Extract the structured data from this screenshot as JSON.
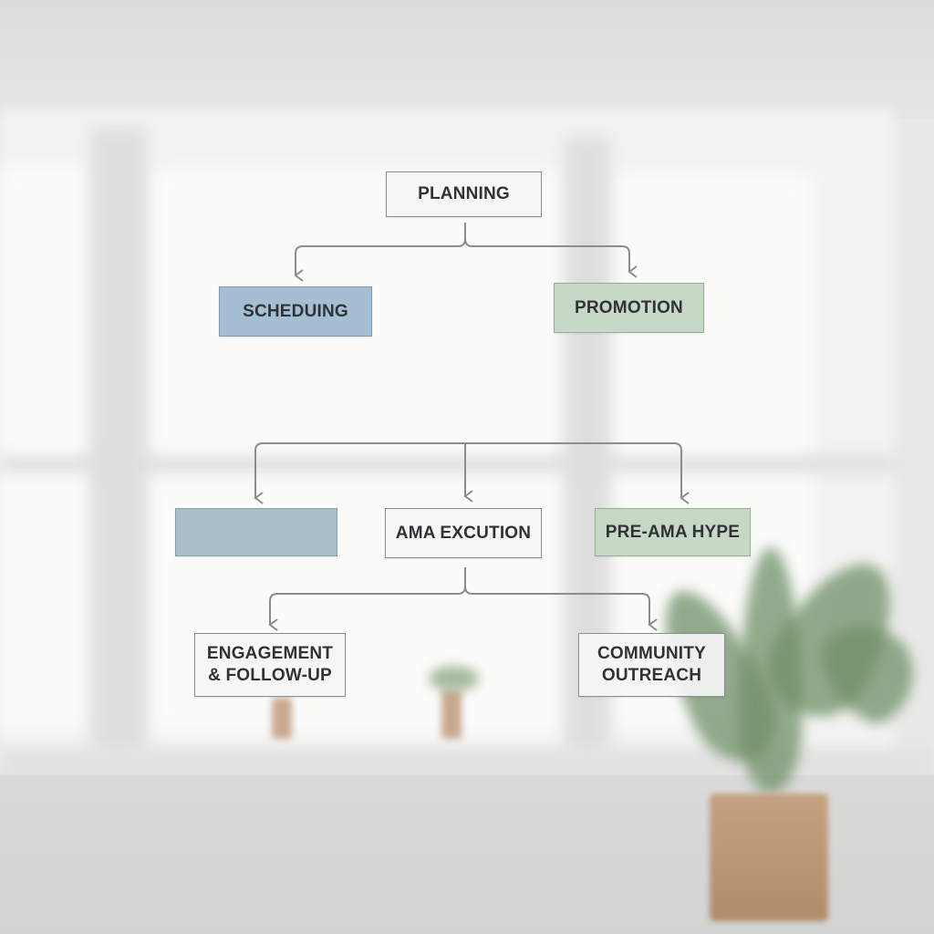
{
  "diagram": {
    "nodes": {
      "planning": "PLANNING",
      "scheduling": "SCHEDUING",
      "promotion": "PROMOTION",
      "blank": "",
      "ama_execution": "AMA EXCUTION",
      "pre_ama_hype": "PRE-AMA HYPE",
      "engagement": "ENGAGEMENT\n& FOLLOW-UP",
      "community": "COMMUNITY\nOUTREACH"
    },
    "colors": {
      "connector": "#8c8c8c",
      "blue_fill": "#a6bed3",
      "green_fill": "#c8d8c6",
      "teal_fill": "#a9c0c7",
      "white_fill": "#f5f5f5"
    }
  }
}
